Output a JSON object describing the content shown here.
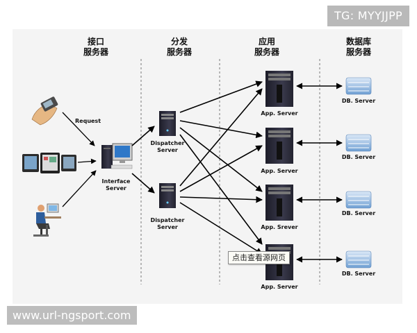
{
  "watermark_tg": "TG: MYYJJPP",
  "watermark_url": "www.url-ngsport.com",
  "columns": {
    "interface": [
      "接口",
      "服务器"
    ],
    "dispatcher": [
      "分发",
      "服务器"
    ],
    "app": [
      "应用",
      "服务器"
    ],
    "db": [
      "数据库",
      "服务器"
    ]
  },
  "labels": {
    "request": "Request",
    "interface_server": [
      "Interface",
      "Server"
    ],
    "dispatcher_server": [
      "Dispatcher",
      "Server"
    ],
    "app_servers": [
      "App. Server",
      "App. Server",
      "App. Srever",
      "App. Server"
    ],
    "db_servers": [
      "DB. Server",
      "DB. Server",
      "DB. Server",
      "DB. Server"
    ]
  },
  "tooltip": "点击查看源网页",
  "colors": {
    "background": "#ffffff",
    "panel": "#f4f4f4",
    "arrow": "#000000",
    "server_body": "#2b2b3a",
    "db_blue": "#6f9fd3",
    "watermark_bg": "#b9b9b9"
  },
  "icons": [
    "pda-hand-icon",
    "tablet-devices-icon",
    "user-at-computer-icon",
    "computer-icon",
    "tower-server-icon",
    "rack-server-icon",
    "database-drum-icon"
  ]
}
